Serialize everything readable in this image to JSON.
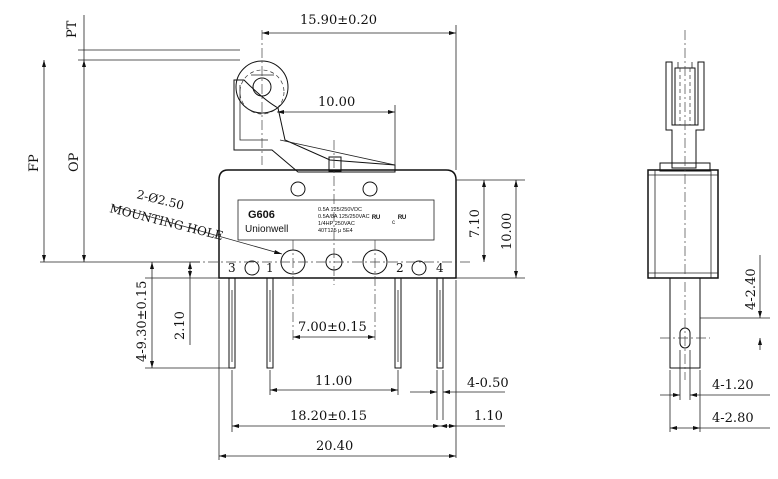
{
  "dimensions": {
    "overall_top": "15.90±0.20",
    "pt": "PT",
    "fp": "FP",
    "op": "OP",
    "lever_10": "10.00",
    "mounting_dia": "2-Ø2.50",
    "mounting_hole": "MOUNTING HOLE",
    "h_7_10": "7.10",
    "h_10_00": "10.00",
    "pin_len": "4-9.30±0.15",
    "pin_offset": "2.10",
    "hole_pitch": "7.00±0.15",
    "pin_11": "11.00",
    "pin_thick": "4-0.50",
    "pin_pitch": "18.20±0.15",
    "edge_1_10": "1.10",
    "width": "20.40",
    "side_2_40": "4-2.40",
    "side_1_20": "4-1.20",
    "side_2_80": "4-2.80"
  },
  "part_label": {
    "model": "G606",
    "brand": "Unionwell",
    "rating_1": "0.5A 125/250VDC",
    "rating_2": "0.5A/8A 125/250VAC",
    "rating_3": "1/4HP 250VAC",
    "rating_4": "40T125 μ 5E4",
    "cert_1": "ᴿᵁ",
    "cert_2": "c",
    "cert_3": "ᴿᵁ"
  },
  "pin_numbers": [
    "3",
    "1",
    "2",
    "4"
  ]
}
